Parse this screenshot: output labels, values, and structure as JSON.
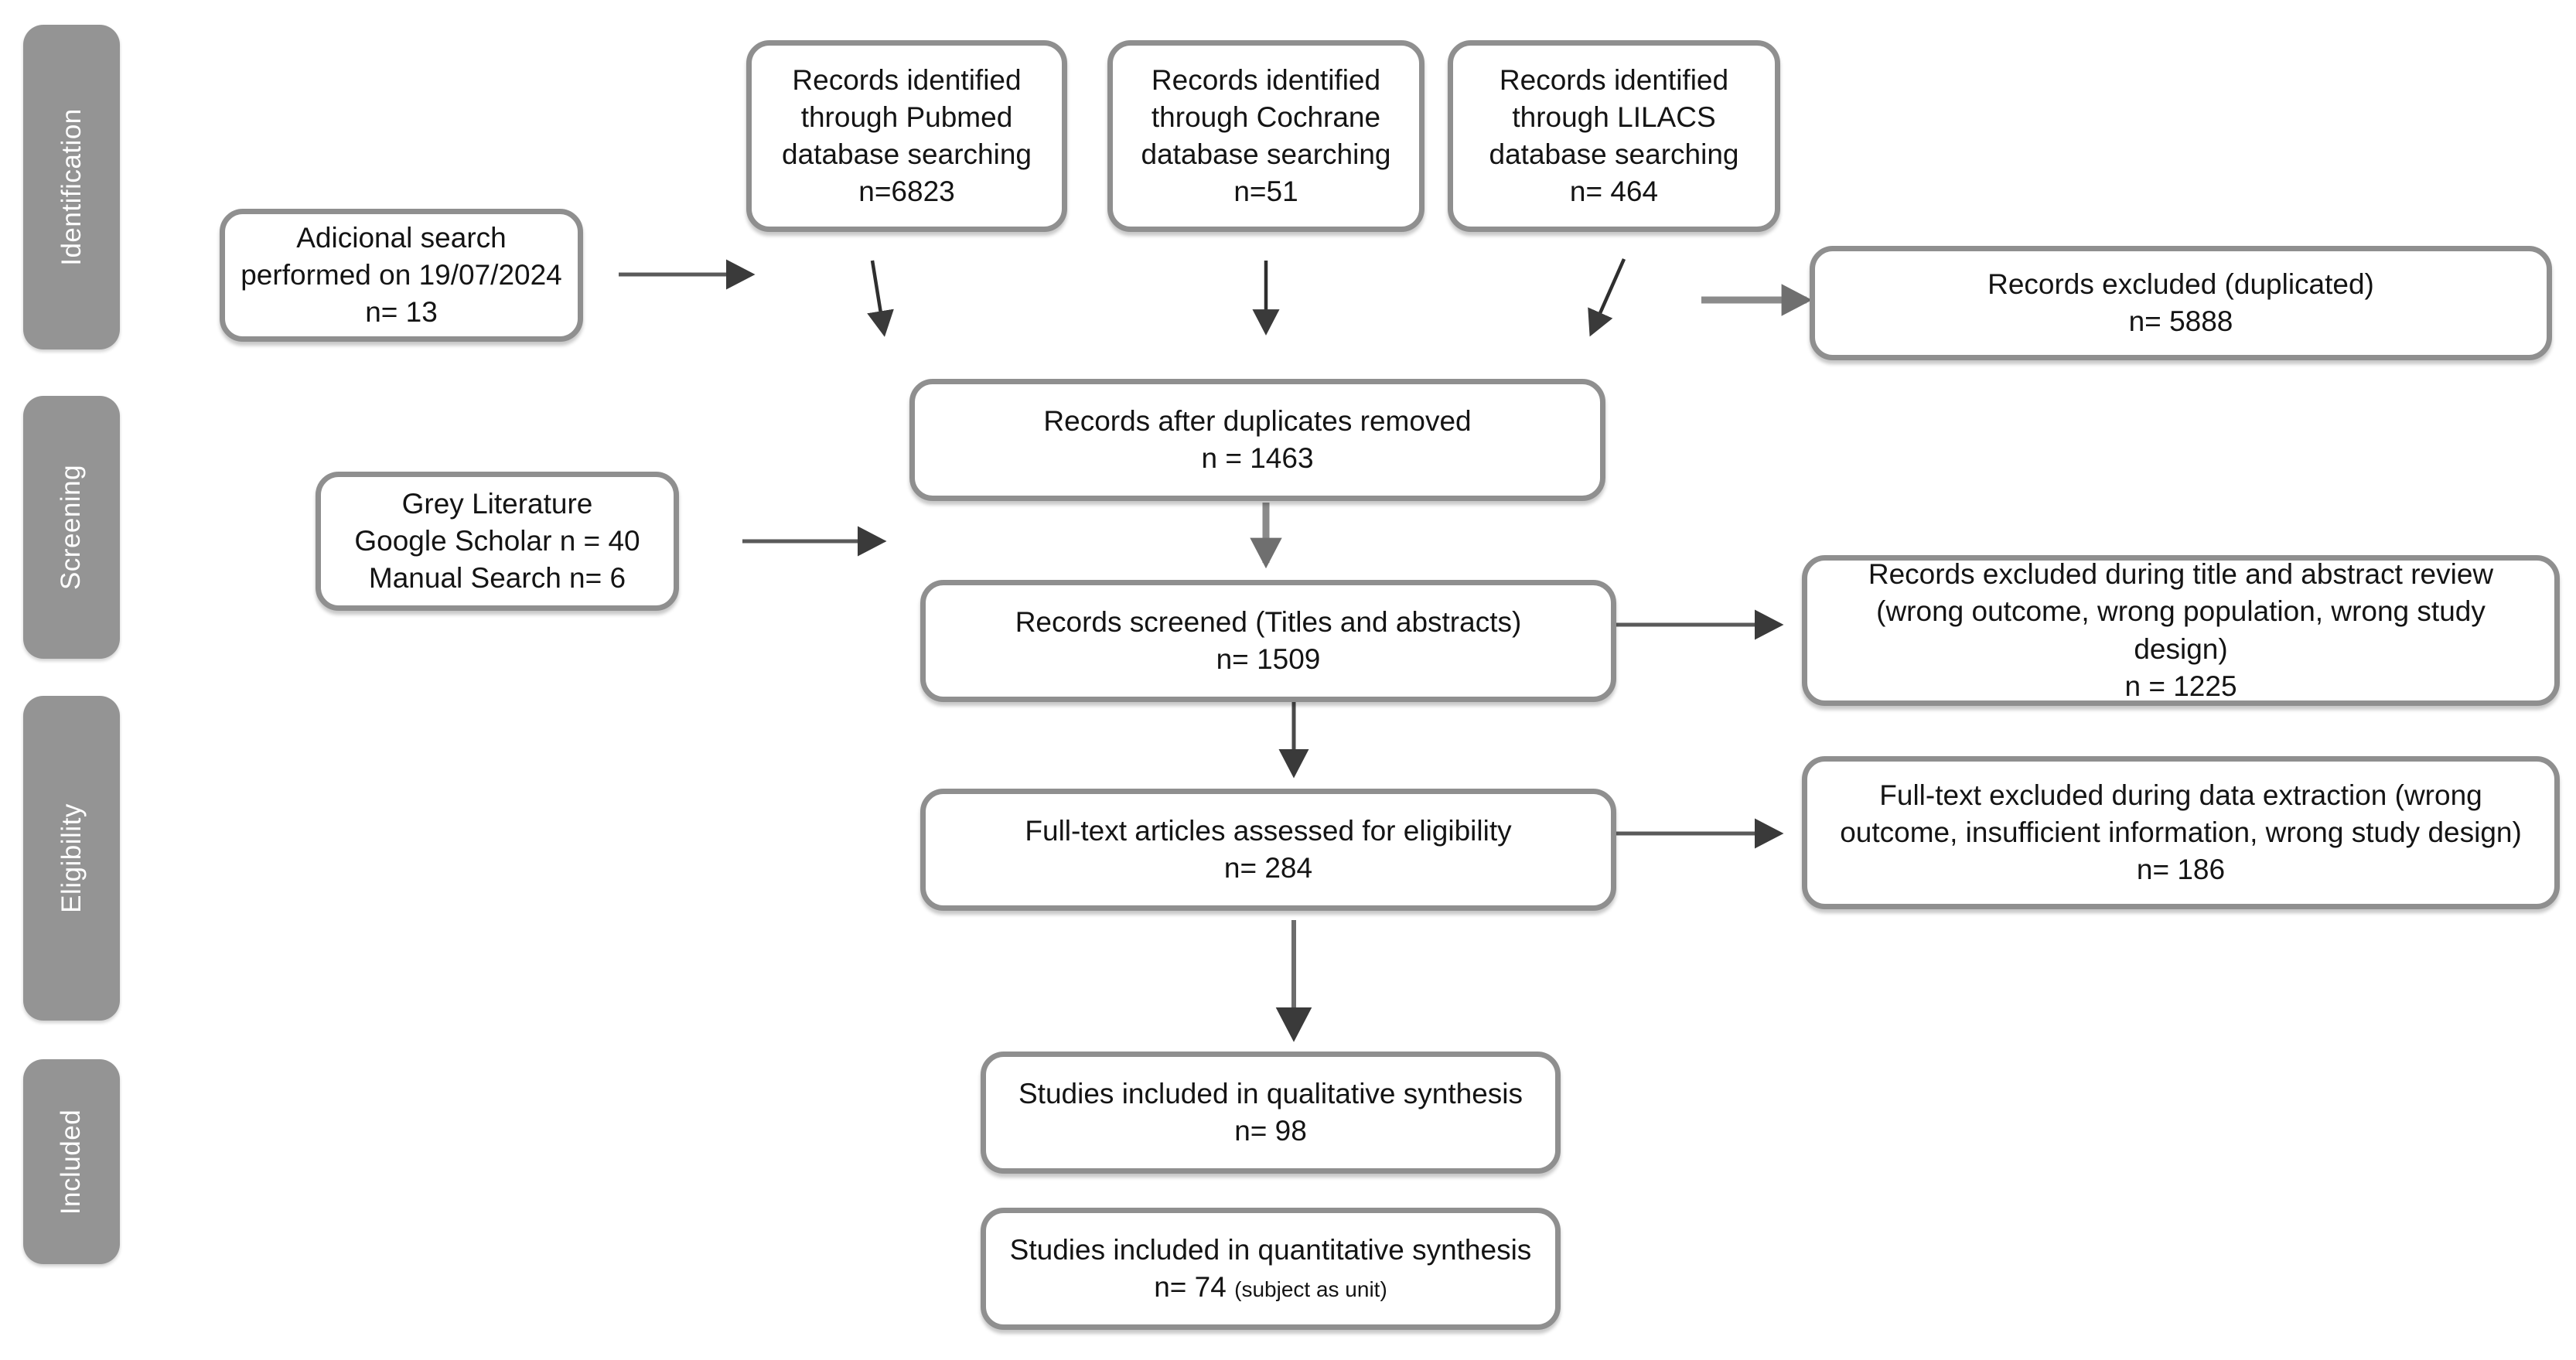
{
  "diagram": {
    "title": "PRISMA flow diagram",
    "colors": {
      "phase_fill": "#949494",
      "phase_text": "#ffffff",
      "node_border": "#8f8f8f",
      "node_fill": "#ffffff",
      "text": "#141414",
      "arrow_thin": "#3a3a3a",
      "arrow_thick": "#808080"
    }
  },
  "phases": [
    {
      "label": "Identification"
    },
    {
      "label": "Screening"
    },
    {
      "label": "Eligibility"
    },
    {
      "label": "Included"
    }
  ],
  "nodes": {
    "pubmed": {
      "lines": [
        "Records identified",
        "through Pubmed",
        "database searching",
        "n=6823"
      ]
    },
    "cochrane": {
      "lines": [
        "Records identified",
        "through Cochrane",
        "database searching",
        "n=51"
      ]
    },
    "lilacs": {
      "lines": [
        "Records identified",
        "through LILACS",
        "database searching",
        "n= 464"
      ]
    },
    "additional": {
      "lines": [
        "Adicional search",
        "performed on 19/07/2024",
        "n= 13"
      ]
    },
    "duplicates_excluded": {
      "lines": [
        "Records excluded (duplicated)",
        "n= 5888"
      ]
    },
    "after_dupes": {
      "lines": [
        "Records after duplicates removed",
        "n = 1463"
      ]
    },
    "grey_lit": {
      "lines": [
        "Grey Literature",
        "Google Scholar n = 40",
        "Manual Search n= 6"
      ]
    },
    "screened": {
      "lines": [
        "Records screened (Titles and abstracts)",
        "n= 1509"
      ]
    },
    "screen_excluded": {
      "lines": [
        "Records excluded during title and abstract review (wrong outcome, wrong population, wrong study design)",
        "n = 1225"
      ]
    },
    "fulltext": {
      "lines": [
        "Full-text articles assessed for eligibility",
        "n= 284"
      ]
    },
    "fulltext_excluded": {
      "lines": [
        "Full-text excluded during data extraction (wrong outcome, insufficient information, wrong study design)",
        "n= 186"
      ]
    },
    "qualitative": {
      "lines": [
        "Studies included in qualitative synthesis",
        "n= 98"
      ]
    },
    "quantitative": {
      "lines": [
        "Studies included in quantitative synthesis"
      ],
      "count_line": "n= 74",
      "count_note": "(subject as unit)"
    }
  },
  "chart_data": {
    "type": "diagram",
    "title": "PRISMA study selection flow",
    "stages": [
      {
        "phase": "Identification",
        "label": "Records identified through Pubmed database searching",
        "n": 6823
      },
      {
        "phase": "Identification",
        "label": "Records identified through Cochrane database searching",
        "n": 51
      },
      {
        "phase": "Identification",
        "label": "Records identified through LILACS database searching",
        "n": 464
      },
      {
        "phase": "Identification",
        "label": "Adicional search performed on 19/07/2024",
        "n": 13
      },
      {
        "phase": "Identification",
        "label": "Records excluded (duplicated)",
        "n": 5888
      },
      {
        "phase": "Screening",
        "label": "Records after duplicates removed",
        "n": 1463
      },
      {
        "phase": "Screening",
        "label": "Grey Literature - Google Scholar",
        "n": 40
      },
      {
        "phase": "Screening",
        "label": "Grey Literature - Manual Search",
        "n": 6
      },
      {
        "phase": "Screening",
        "label": "Records screened (Titles and abstracts)",
        "n": 1509
      },
      {
        "phase": "Screening",
        "label": "Records excluded during title and abstract review (wrong outcome, wrong population, wrong study design)",
        "n": 1225
      },
      {
        "phase": "Eligibility",
        "label": "Full-text articles assessed for eligibility",
        "n": 284
      },
      {
        "phase": "Eligibility",
        "label": "Full-text excluded during data extraction (wrong outcome, insufficient information, wrong study design)",
        "n": 186
      },
      {
        "phase": "Included",
        "label": "Studies included in qualitative synthesis",
        "n": 98
      },
      {
        "phase": "Included",
        "label": "Studies included in quantitative synthesis (subject as unit)",
        "n": 74
      }
    ]
  }
}
